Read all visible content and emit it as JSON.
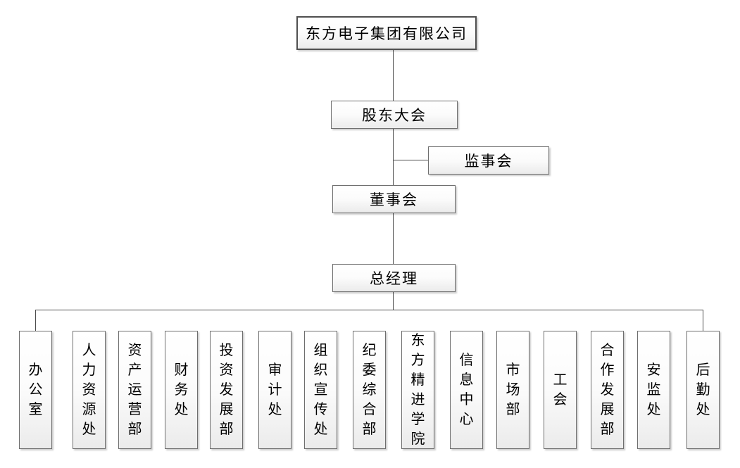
{
  "org_chart": {
    "type": "org-chart",
    "nodes": {
      "company": "东方电子集团有限公司",
      "shareholders_meeting": "股东大会",
      "supervisory_board": "监事会",
      "board_of_directors": "董事会",
      "general_manager": "总经理",
      "departments": [
        "办公室",
        "人力资源处",
        "资产运营部",
        "财务处",
        "投资发展部",
        "审计处",
        "组织宣传处",
        "纪委综合部",
        "东方精进学院",
        "信息中心",
        "市场部",
        "工会",
        "合作发展部",
        "安监处",
        "后勤处"
      ]
    },
    "edges": [
      {
        "from": "company",
        "to": "shareholders_meeting"
      },
      {
        "from": "shareholders_meeting",
        "to": "board_of_directors"
      },
      {
        "from": "shareholders_meeting",
        "to": "supervisory_board"
      },
      {
        "from": "board_of_directors",
        "to": "general_manager"
      },
      {
        "from": "general_manager",
        "to": "all_departments"
      }
    ],
    "colors": {
      "background": "#ffffff",
      "box_fill_top": "#ffffff",
      "box_fill_bottom": "#ebebeb",
      "box_border": "#6e6e6e",
      "top_box_border": "#4f4f4f",
      "connector_line": "#4d4d4d",
      "text": "#000000"
    }
  }
}
